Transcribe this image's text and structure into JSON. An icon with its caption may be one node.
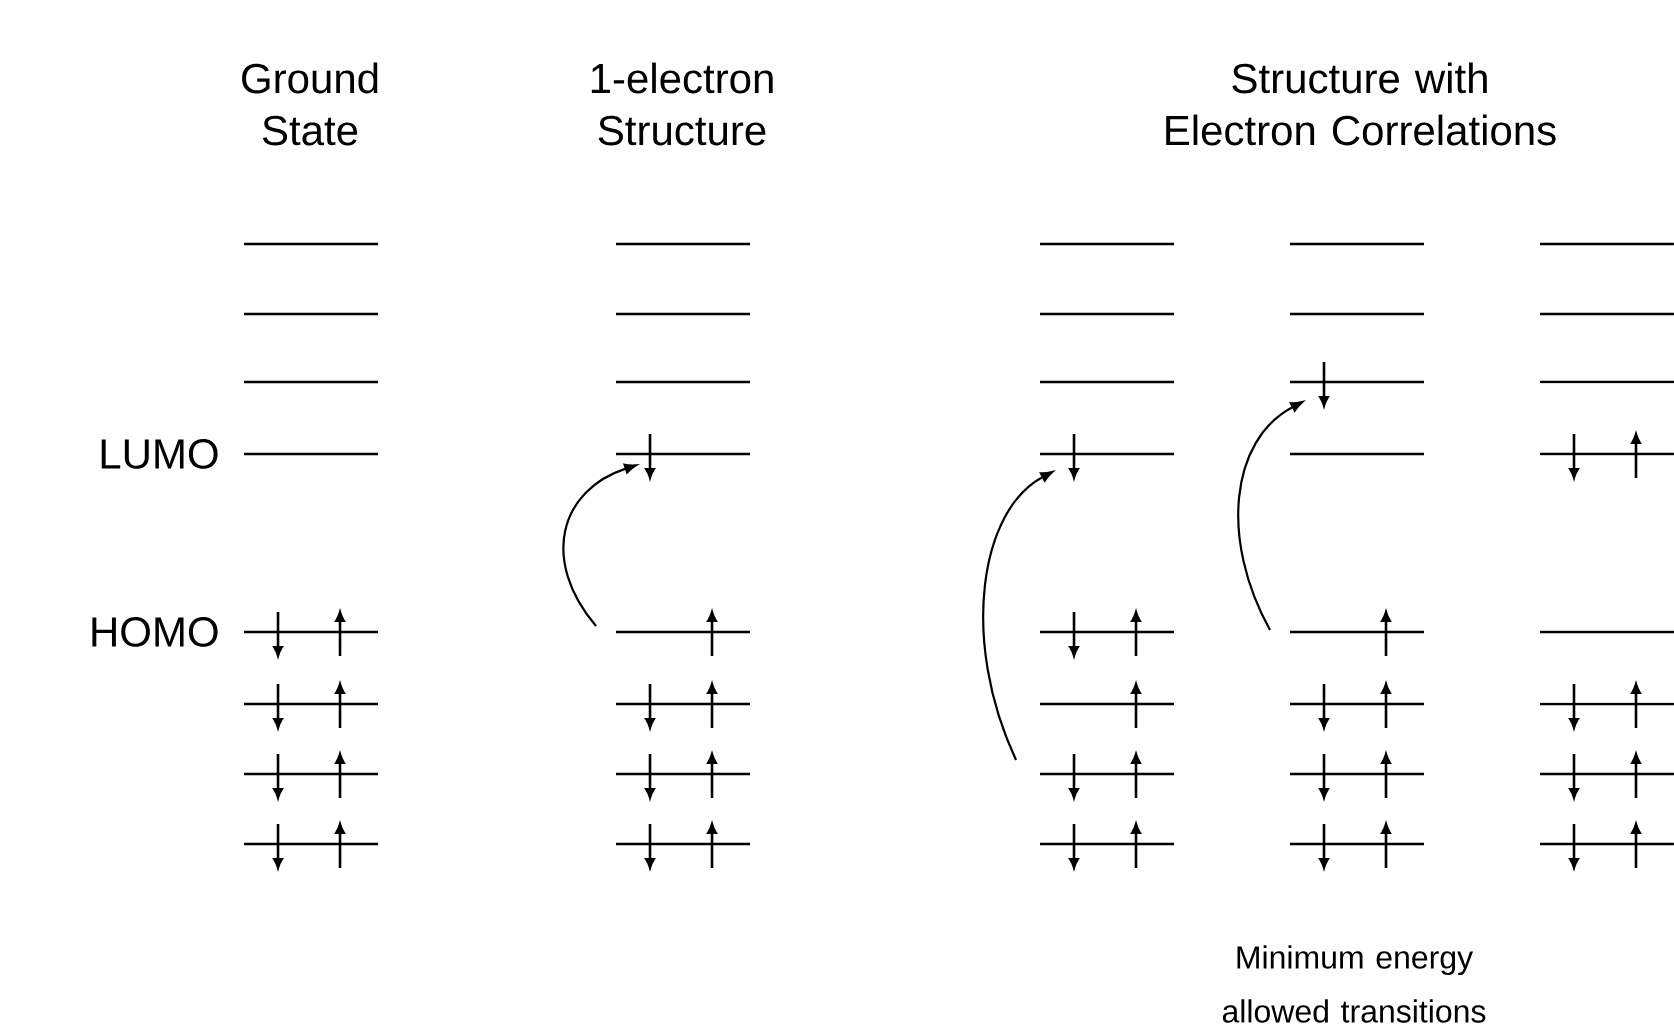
{
  "diagram": {
    "labels": [
      "Ground State",
      "1-electron Structure",
      "Structure with Electron Correlations",
      "LUMO",
      "HOMO",
      "Minimum energy allowed transitions"
    ]
  }
}
